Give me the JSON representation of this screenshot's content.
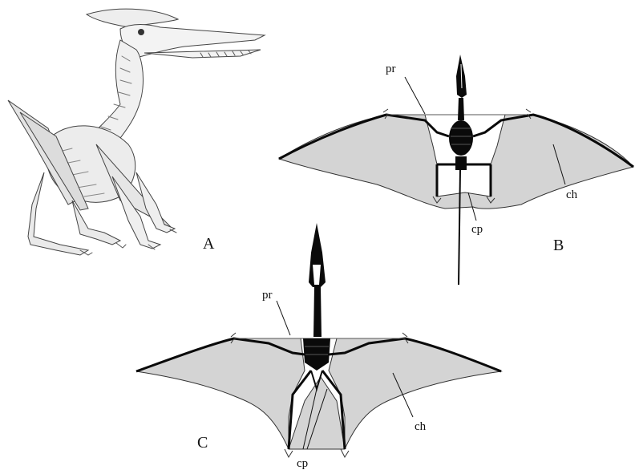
{
  "panels": {
    "A": {
      "letter": "A"
    },
    "B": {
      "letter": "B",
      "labels": {
        "pr": "pr",
        "ch": "ch",
        "cp": "cp"
      }
    },
    "C": {
      "letter": "C",
      "labels": {
        "pr": "pr",
        "ch": "ch",
        "cp": "cp"
      }
    }
  },
  "colors": {
    "membrane": "#d4d4d4",
    "bone": "#0a0a0a",
    "sketch": "#555555"
  }
}
